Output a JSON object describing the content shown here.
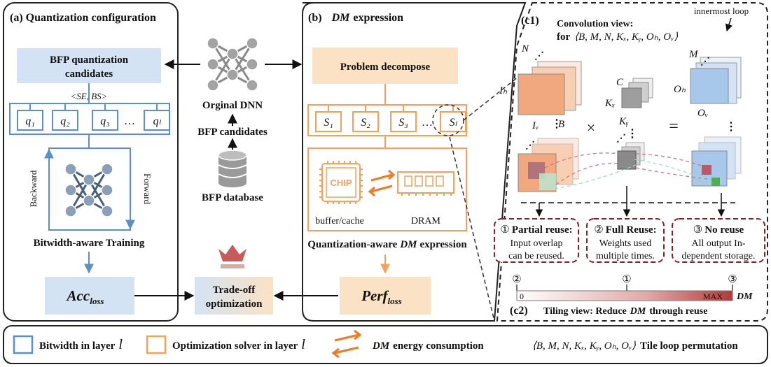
{
  "panel_a": {
    "title": "(a)  Quantization configuration",
    "candidates_line1": "BFP quantization",
    "candidates_line2": "candidates",
    "se_bs": "<SE, BS>",
    "q_items": [
      "q₁",
      "q₂",
      "q₃",
      "qₗ"
    ],
    "ellipsis": "…",
    "backward": "Backward",
    "forward": "Forward",
    "training": "Bitwidth-aware Training",
    "acc_main": "Acc",
    "acc_sub": "loss"
  },
  "middle": {
    "dnn": "Orginal DNN",
    "bfp_candidates": "BFP candidates",
    "bfp_database": "BFP database",
    "tradeoff_line1": "Trade-off",
    "tradeoff_line2": "optimization"
  },
  "panel_b": {
    "title_prefix": "(b)",
    "title_dm": "DM",
    "title_suffix": "expression",
    "problem": "Problem decompose",
    "s_items": [
      "S₁",
      "S₂",
      "S₃",
      "Sₗ"
    ],
    "ellipsis": "…",
    "chip": "CHIP",
    "buffer": "buffer/cache",
    "dram": "DRAM",
    "expr_prefix": "Quantization-aware",
    "expr_dm": "DM",
    "expr_suffix": "expression",
    "perf_main": "Perf",
    "perf_sub": "loss"
  },
  "panel_c": {
    "c1_label": "(c1)",
    "conv_title": "Convolution view:",
    "for_text": "for",
    "loop_vars": "⟨B, M, N, Kₓ, Kᵧ, Oₕ, Oᵥ⟩",
    "innermost": "innermost loop",
    "dim_N": "N",
    "dim_Ih": "Iₕ",
    "dim_Iw": "Iᵥ",
    "dim_B": "B",
    "dim_C": "C",
    "dim_Kx": "Kₓ",
    "dim_Ky": "Kᵧ",
    "dim_M": "M",
    "dim_Oh": "Oₕ",
    "dim_Ow": "Oᵥ",
    "times": "×",
    "equals": "=",
    "reuse": [
      {
        "num": "①",
        "title": "Partial reuse:",
        "l1": "Input overlap",
        "l2": "can be reused."
      },
      {
        "num": "②",
        "title": "Full Reuse:",
        "l1": "Weights used",
        "l2": "multiple times."
      },
      {
        "num": "③",
        "title": "No reuse",
        "l1": "All output In-",
        "l2": "dependent storage."
      }
    ],
    "scale_zero": "0",
    "scale_max": "MAX",
    "scale_dm": "DM",
    "scale_marks": [
      "②",
      "①",
      "③"
    ],
    "c2_label": "(c2)",
    "c2_text_prefix": "Tiling view: Reduce",
    "c2_dm": "DM",
    "c2_text_suffix": "through reuse"
  },
  "legend": {
    "bitwidth": "Bitwidth in layer",
    "solver": "Optimization solver in layer",
    "layer_var": "l",
    "dm": "DM",
    "energy": "energy consumption",
    "tuple": "⟨B, M, N, Kₓ, Kᵧ, Oₕ, Oᵥ⟩",
    "permutation": "Tile loop permutation"
  },
  "colors": {
    "blue": "#5b8fc9",
    "light_blue": "#d4e3f3",
    "orange": "#f4a259",
    "light_orange": "#fbe2c4",
    "dark_red": "#8e1d24",
    "gray_dnn": "#9a9a9a"
  }
}
